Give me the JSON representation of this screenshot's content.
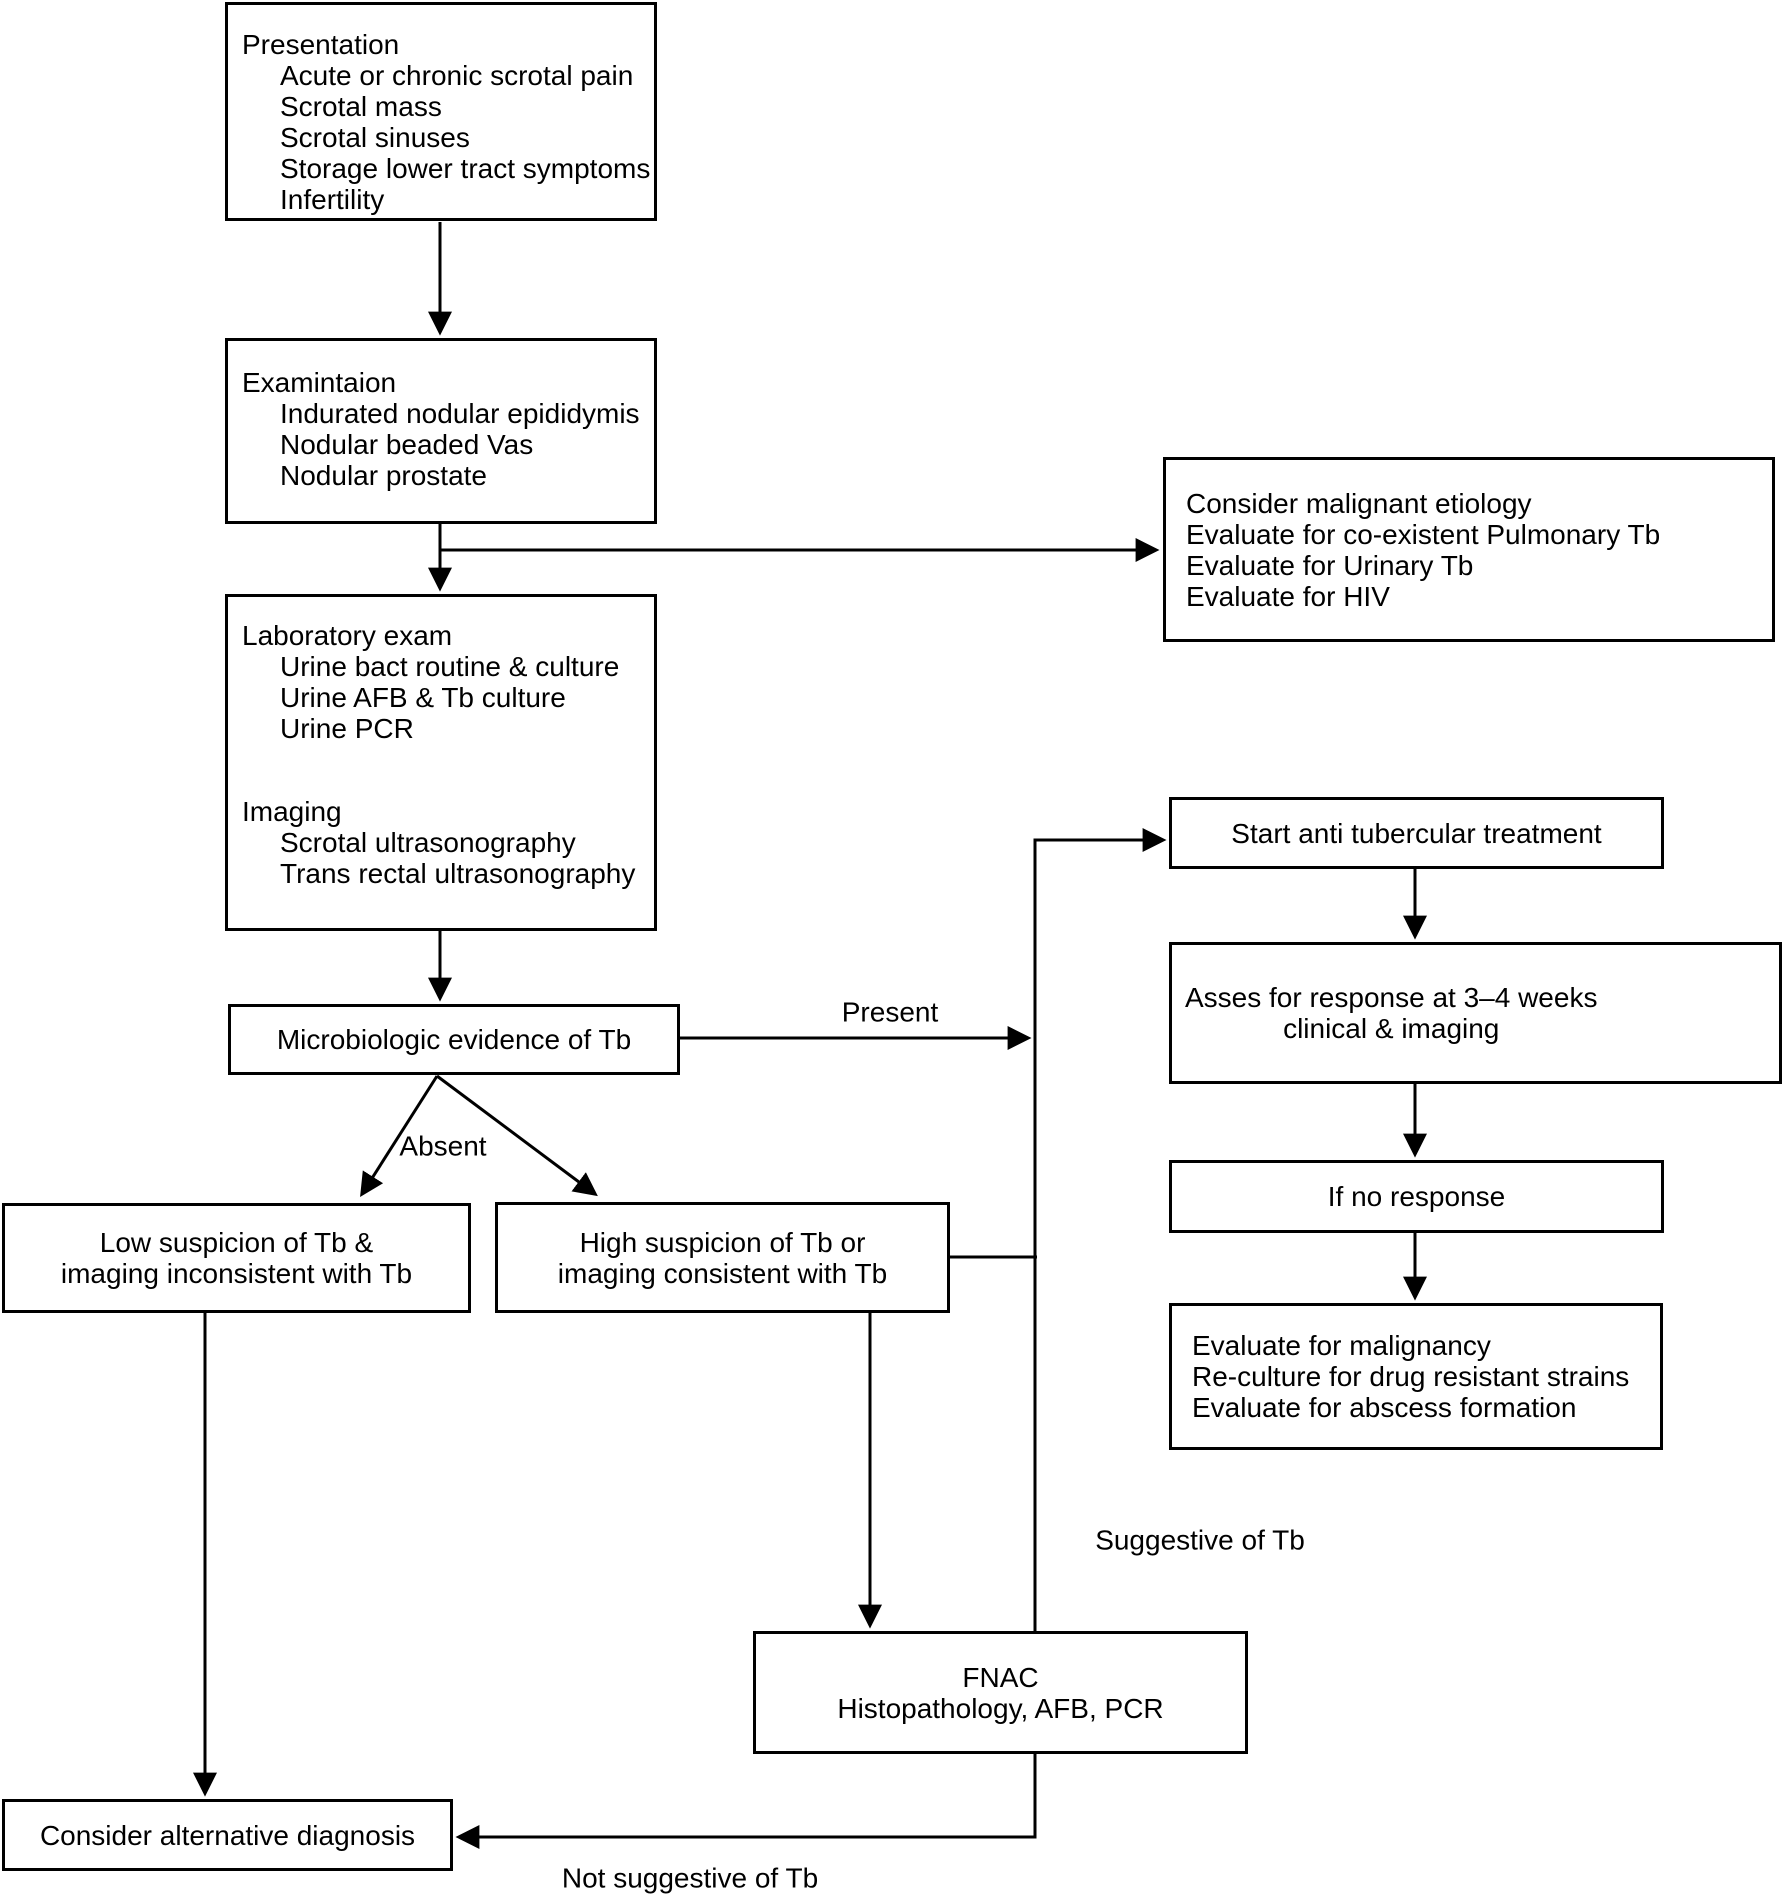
{
  "diagram": {
    "colors": {
      "background": "#ffffff",
      "line": "#000000",
      "text": "#000000"
    },
    "nodes": {
      "presentation": {
        "title": "Presentation",
        "items": [
          "Acute or chronic scrotal pain",
          "Scrotal mass",
          "Scrotal sinuses",
          "Storage lower tract symptoms",
          "Infertility"
        ]
      },
      "examination": {
        "title": "Examintaion",
        "items": [
          "Indurated nodular epididymis",
          "Nodular beaded Vas",
          "Nodular prostate"
        ]
      },
      "consider_malignant": {
        "lines": [
          "Consider malignant etiology",
          "Evaluate for co-existent Pulmonary Tb",
          "Evaluate for Urinary Tb",
          "Evaluate for HIV"
        ]
      },
      "laboratory": {
        "title": "Laboratory exam",
        "items": [
          "Urine bact routine & culture",
          "Urine AFB & Tb culture",
          "Urine PCR"
        ],
        "subtitle": "Imaging",
        "subitems": [
          "Scrotal ultrasonography",
          "Trans rectal ultrasonography"
        ]
      },
      "microbiologic": {
        "text": "Microbiologic evidence of Tb"
      },
      "start_treatment": {
        "text": "Start anti tubercular treatment"
      },
      "assess_response": {
        "lines": [
          "Asses for response at 3–4 weeks",
          "clinical & imaging"
        ]
      },
      "if_no_response": {
        "text": "If no response"
      },
      "evaluate_further": {
        "lines": [
          "Evaluate for malignancy",
          "Re-culture for drug resistant strains",
          "Evaluate for abscess formation"
        ]
      },
      "low_suspicion": {
        "lines": [
          "Low suspicion of Tb &",
          "imaging inconsistent with Tb"
        ]
      },
      "high_suspicion": {
        "lines": [
          "High suspicion of Tb or",
          "imaging consistent with Tb"
        ]
      },
      "fnac": {
        "lines": [
          "FNAC",
          "Histopathology, AFB, PCR"
        ]
      },
      "consider_alternative": {
        "text": "Consider alternative diagnosis"
      }
    },
    "edge_labels": {
      "present": "Present",
      "absent": "Absent",
      "suggestive": "Suggestive of Tb",
      "not_suggestive": "Not suggestive of Tb"
    }
  }
}
